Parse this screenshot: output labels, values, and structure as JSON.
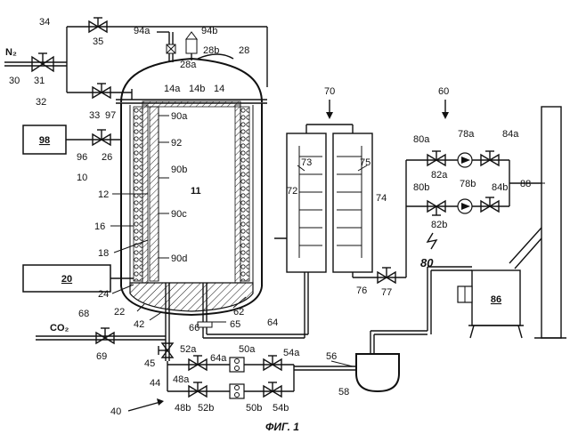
{
  "labels": {
    "n2": "N₂",
    "co2": "CO₂",
    "n30": "30",
    "n31": "31",
    "n32": "32",
    "n33": "33",
    "n34": "34",
    "n35": "35",
    "n28": "28",
    "n28a": "28a",
    "n28b": "28b",
    "n94a": "94a",
    "n94b": "94b",
    "n14a": "14a",
    "n14b": "14b",
    "n14": "14",
    "n90a": "90a",
    "n90b": "90b",
    "n90c": "90c",
    "n90d": "90d",
    "n92": "92",
    "n97": "97",
    "n96": "96",
    "n26": "26",
    "n10": "10",
    "n11": "11",
    "n12": "12",
    "n16": "16",
    "n18": "18",
    "n24": "24",
    "n22": "22",
    "n42": "42",
    "n62": "62",
    "n65": "65",
    "n66": "66",
    "n64": "64",
    "n68": "68",
    "n69": "69",
    "n45": "45",
    "n44": "44",
    "n52a": "52a",
    "n64a": "64a",
    "n50a": "50a",
    "n54a": "54a",
    "n48a": "48a",
    "n48b": "48b",
    "n52b": "52b",
    "n50b": "50b",
    "n54b": "54b",
    "n40": "40",
    "n56": "56",
    "n58": "58",
    "n70": "70",
    "n72": "72",
    "n73": "73",
    "n74": "74",
    "n75": "75",
    "n76": "76",
    "n77": "77",
    "n60": "60",
    "n80a": "80a",
    "n78a": "78a",
    "n84a": "84a",
    "n82a": "82a",
    "n80b": "80b",
    "n78b": "78b",
    "n84b": "84b",
    "n82b": "82b",
    "n80": "80",
    "n88": "88",
    "n86": "86"
  },
  "boxes": {
    "b98": "98",
    "b20": "20"
  },
  "caption": "ФИГ. 1"
}
